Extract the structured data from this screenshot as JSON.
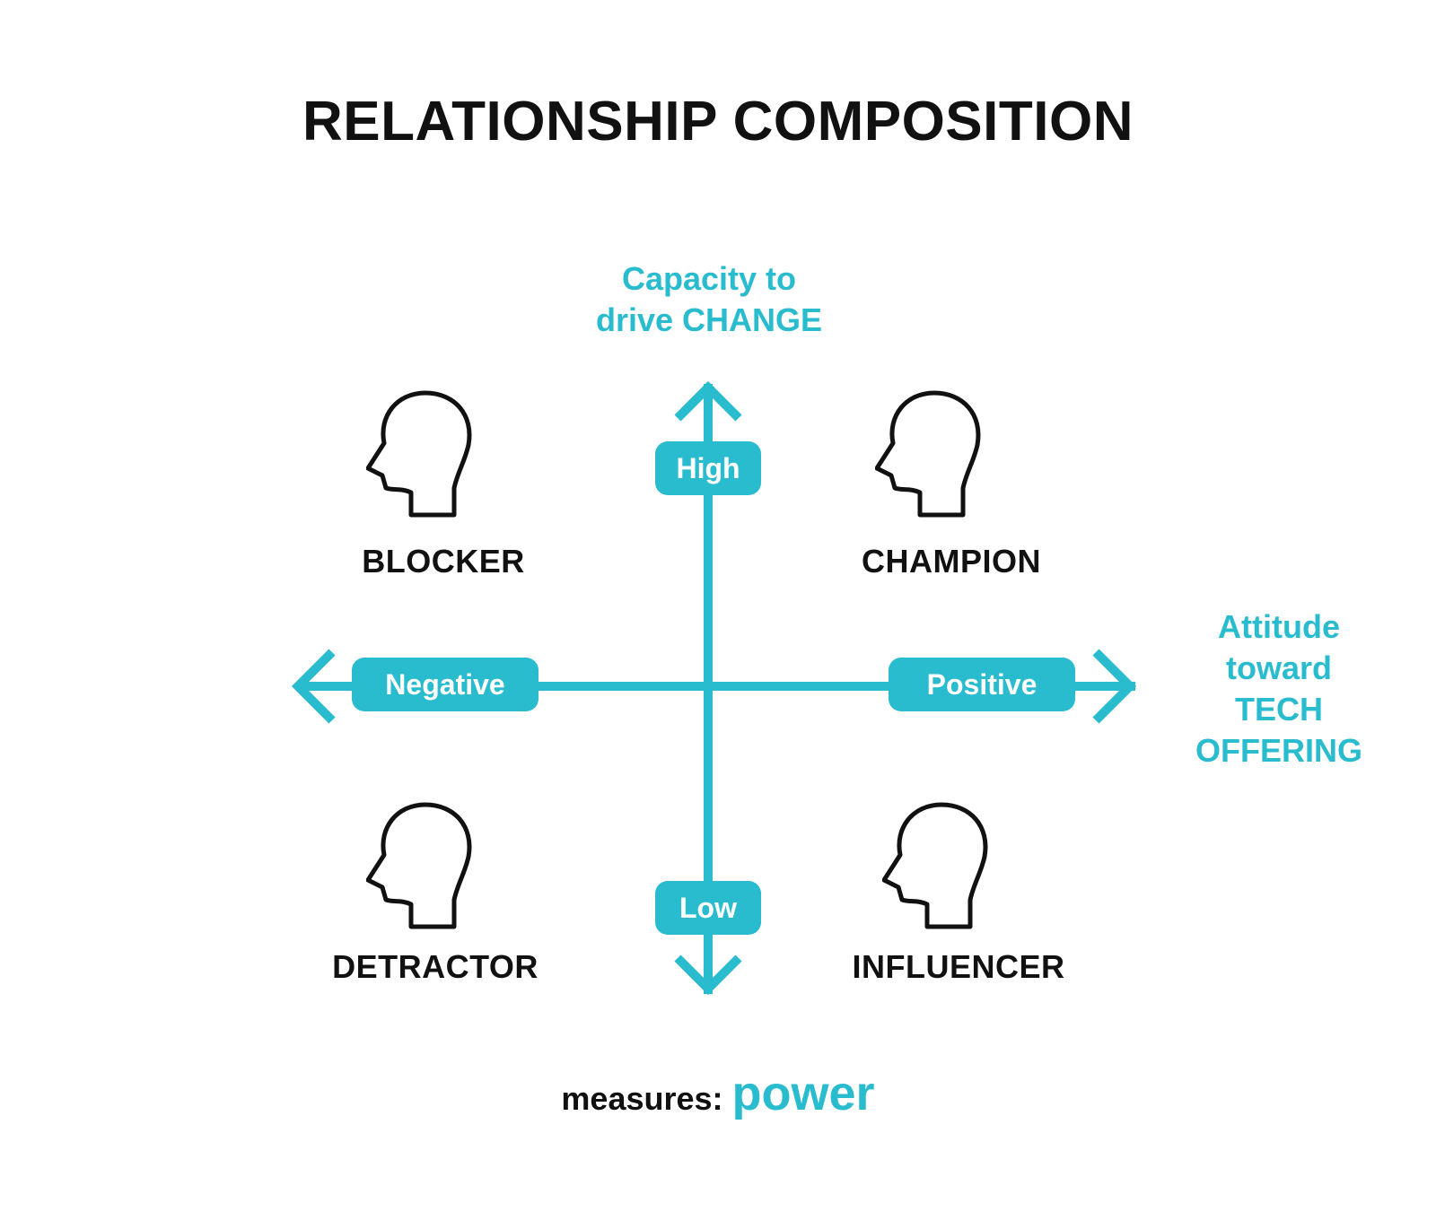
{
  "title": "RELATIONSHIP COMPOSITION",
  "y_axis": {
    "title_line1": "Capacity to",
    "title_line2": "drive CHANGE",
    "high_label": "High",
    "low_label": "Low"
  },
  "x_axis": {
    "title_line1": "Attitude",
    "title_line2": "toward",
    "title_line3": "TECH",
    "title_line4": "OFFERING",
    "negative_label": "Negative",
    "positive_label": "Positive"
  },
  "quadrants": {
    "top_left": "BLOCKER",
    "top_right": "CHAMPION",
    "bottom_left": "DETRACTOR",
    "bottom_right": "INFLUENCER"
  },
  "footer": {
    "prefix": "measures:",
    "value": "power"
  },
  "colors": {
    "accent": "#29BBCE",
    "text": "#111111"
  },
  "icons": {
    "quadrant_icon": "head-profile-icon",
    "axis_arrows": "arrow-icon"
  }
}
